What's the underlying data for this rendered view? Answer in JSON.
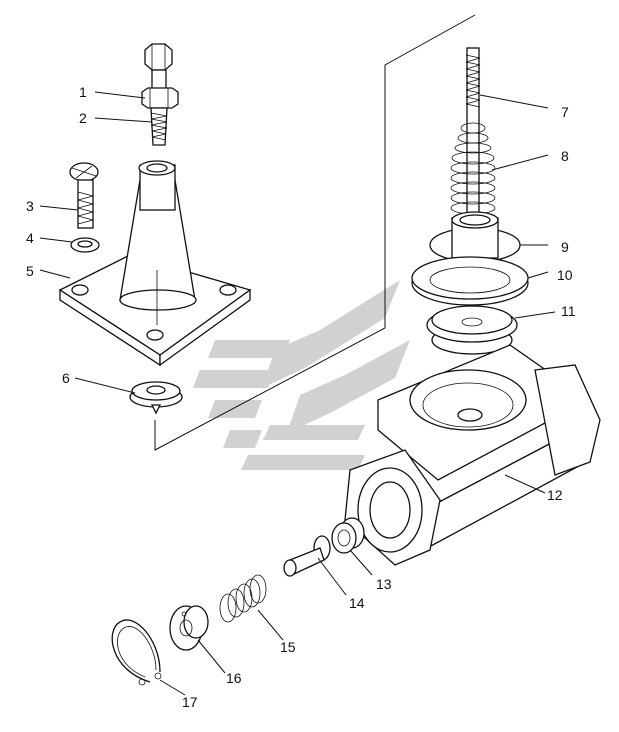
{
  "labels": [
    "1",
    "2",
    "3",
    "4",
    "5",
    "6",
    "7",
    "8",
    "9",
    "10",
    "11",
    "12",
    "13",
    "14",
    "15",
    "16",
    "17"
  ],
  "colors": {
    "ink": "#111111",
    "paper": "#ffffff",
    "watermark": "#c9c9c9"
  },
  "watermark": "stylized-logo"
}
